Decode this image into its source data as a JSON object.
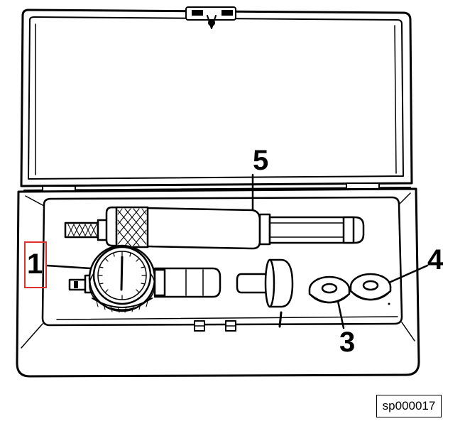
{
  "callouts": {
    "c1": "1",
    "c2": "3",
    "c3": "4",
    "c4": "5"
  },
  "reference_code": "sp000017",
  "highlight_color": "#e0312f",
  "ink_color": "#000000"
}
